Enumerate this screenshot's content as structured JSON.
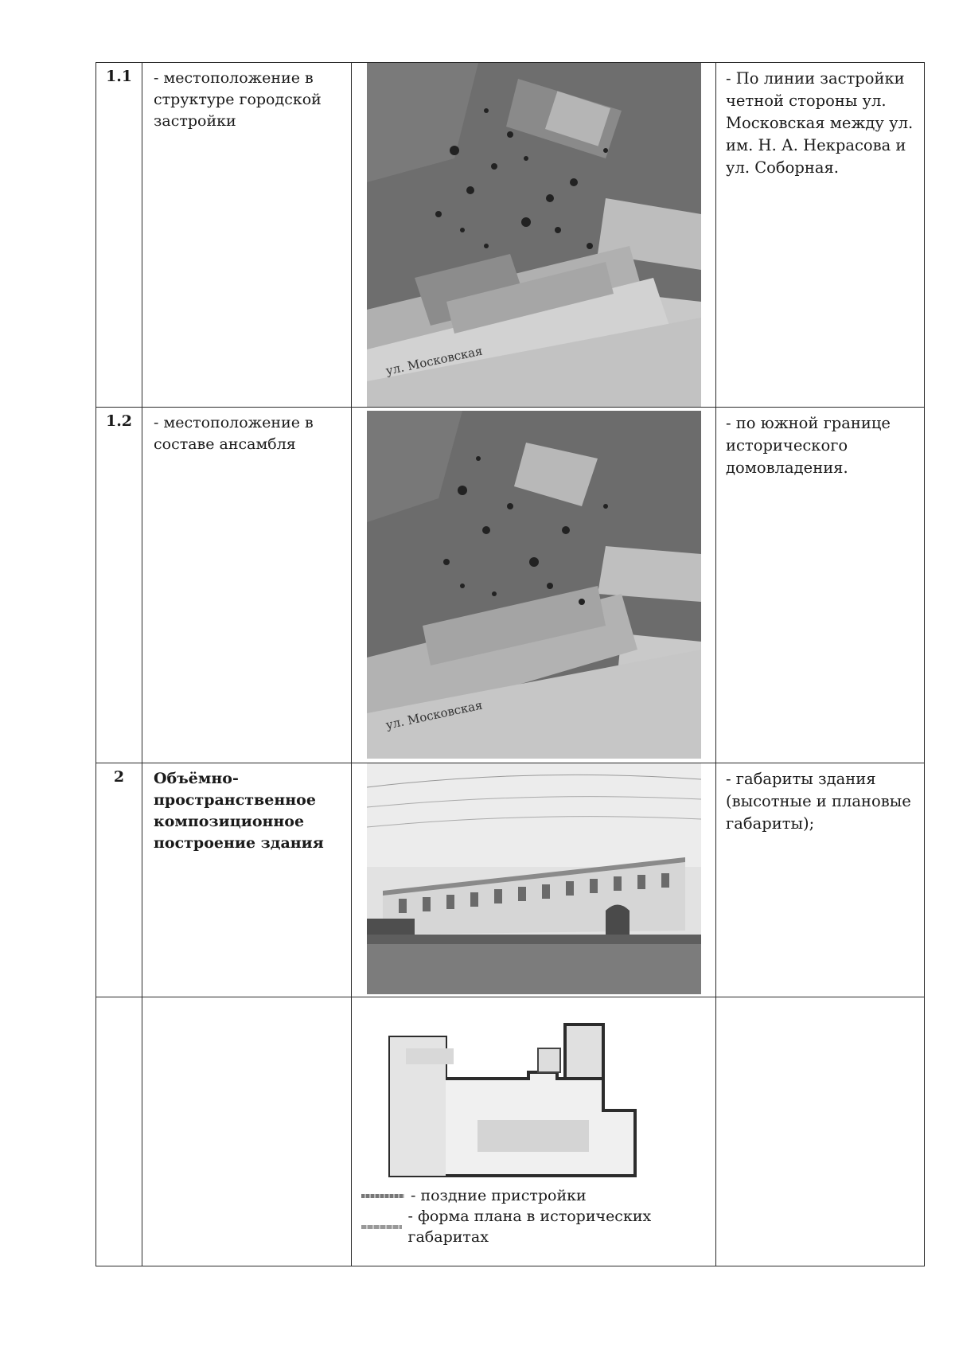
{
  "rows": [
    {
      "num": "1.1",
      "label": "- местоположение в структуре городской застройки",
      "desc": "- По линии застройки четной стороны ул. Московская между ул. им. Н. А. Некрасова и ул. Соборная.",
      "image_caption": "ул. Московская"
    },
    {
      "num": "1.2",
      "label": "- местоположение в составе ансамбля",
      "desc": "- по южной границе исторического домовладения.",
      "image_caption": "ул. Московская"
    },
    {
      "num": "2",
      "label": "Объёмно-пространственное композиционное построение здания",
      "desc": "- габариты здания (высотные и плановые габариты);"
    },
    {
      "num": "",
      "label": "",
      "desc": "",
      "legend": [
        "- поздние пристройки",
        "- форма плана в исторических габаритах"
      ]
    }
  ]
}
